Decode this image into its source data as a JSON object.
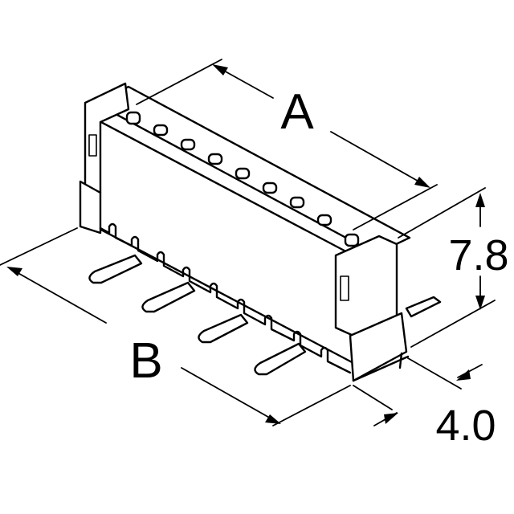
{
  "labels": {
    "a": "A",
    "b": "B",
    "height": "7.8",
    "depth": "4.0"
  },
  "style": {
    "line_color": "#000000",
    "background": "#ffffff"
  }
}
